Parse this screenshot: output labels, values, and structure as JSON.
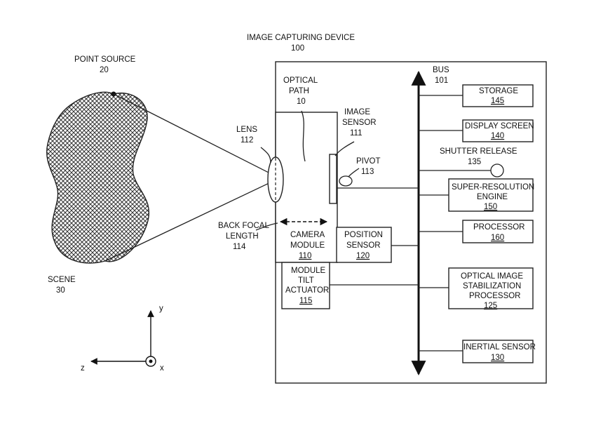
{
  "device": {
    "title": "IMAGE CAPTURING DEVICE",
    "number": "100"
  },
  "point_source": {
    "label": "POINT SOURCE",
    "number": "20"
  },
  "scene": {
    "label": "SCENE",
    "number": "30"
  },
  "optical_path": {
    "line1": "OPTICAL",
    "line2": "PATH",
    "number": "10"
  },
  "lens": {
    "label": "LENS",
    "number": "112"
  },
  "image_sensor": {
    "line1": "IMAGE",
    "line2": "SENSOR",
    "number": "111"
  },
  "pivot": {
    "label": "PIVOT",
    "number": "113"
  },
  "back_focal": {
    "line1": "BACK FOCAL",
    "line2": "LENGTH",
    "number": "114"
  },
  "camera_module": {
    "line1": "CAMERA",
    "line2": "MODULE",
    "number": "110"
  },
  "position_sensor": {
    "line1": "POSITION",
    "line2": "SENSOR",
    "number": "120"
  },
  "tilt_actuator": {
    "line1": "MODULE",
    "line2": "TILT",
    "line3": "ACTUATOR",
    "number": "115"
  },
  "bus": {
    "label": "BUS",
    "number": "101"
  },
  "storage": {
    "label": "STORAGE",
    "number": "145"
  },
  "display_screen": {
    "label": "DISPLAY SCREEN",
    "number": "140"
  },
  "shutter_release": {
    "label": "SHUTTER RELEASE",
    "number": "135"
  },
  "sr_engine": {
    "line1": "SUPER-RESOLUTION",
    "line2": "ENGINE",
    "number": "150"
  },
  "processor": {
    "label": "PROCESSOR",
    "number": "160"
  },
  "ois": {
    "line1": "OPTICAL IMAGE",
    "line2": "STABILIZATION",
    "line3": "PROCESSOR",
    "number": "125"
  },
  "inertial_sensor": {
    "label": "INERTIAL SENSOR",
    "number": "130"
  },
  "axes": {
    "y": "y",
    "z": "z",
    "x": "x"
  }
}
